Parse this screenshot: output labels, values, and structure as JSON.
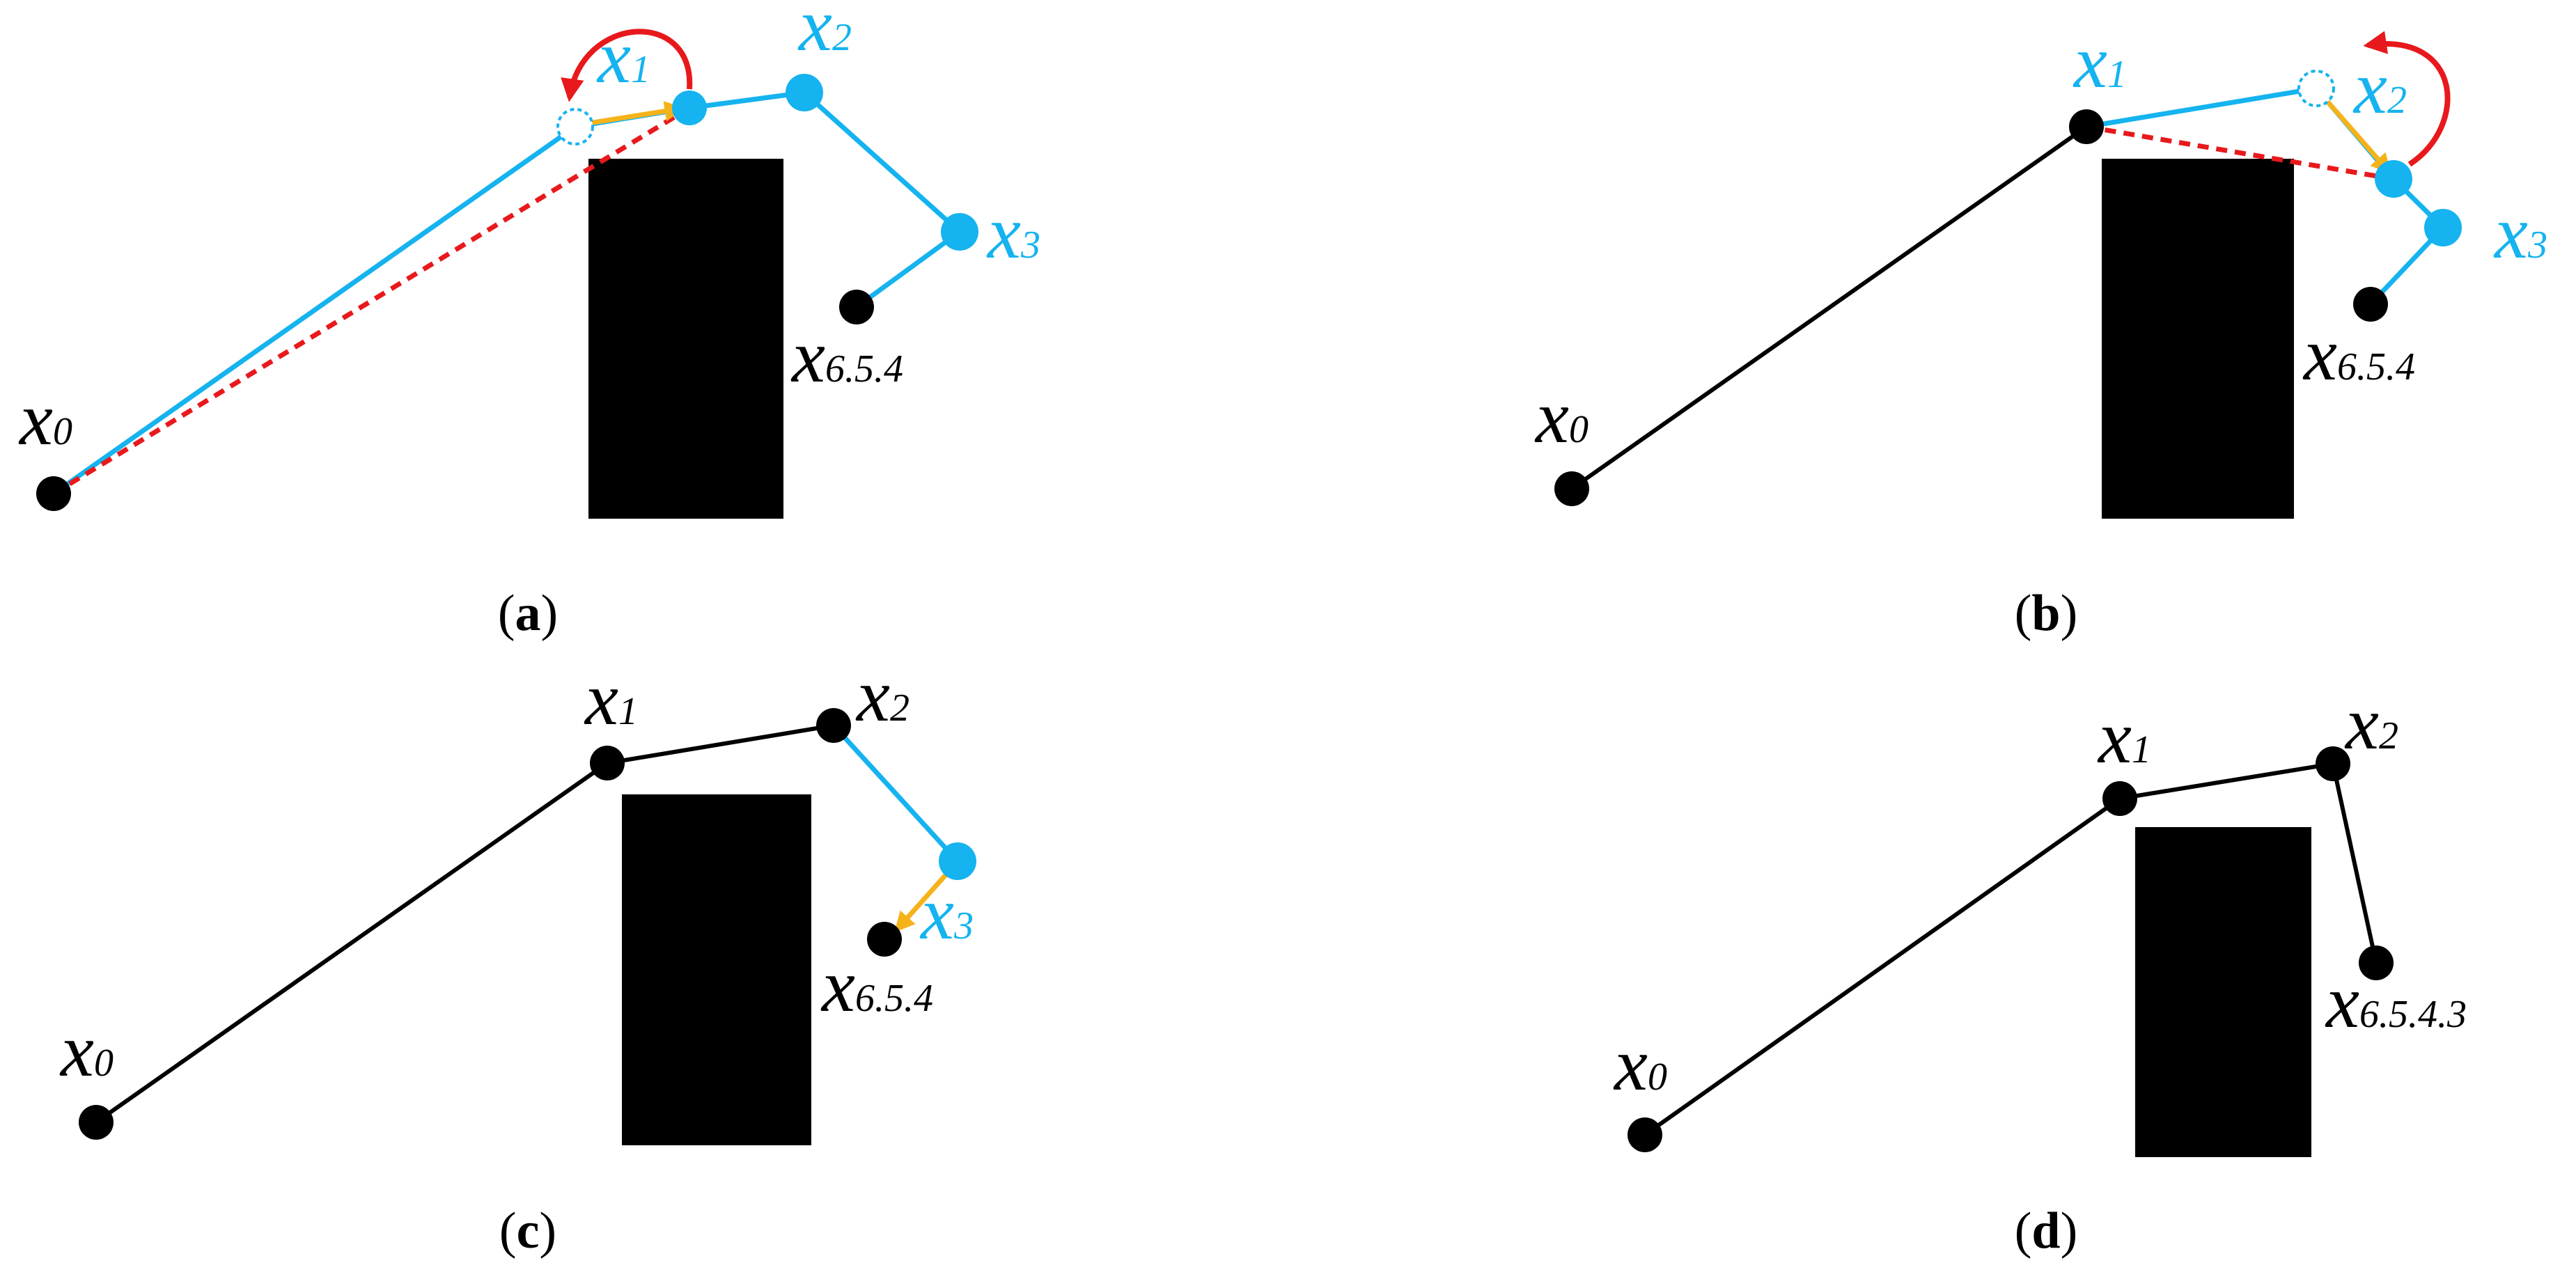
{
  "colors": {
    "black": "#000000",
    "path_blue": "#15b3ef",
    "shortcut_red": "#e8191c",
    "move_orange": "#f5b31a",
    "rotate_red": "#e8191c"
  },
  "panels": [
    {
      "caption_open": "(",
      "caption_letter": "a",
      "caption_close": ")",
      "labels": {
        "x0_base": "x",
        "x0_sub": "0",
        "x1_base": "x",
        "x1_sub": "1",
        "x2_base": "x",
        "x2_sub": "2",
        "x3_base": "x",
        "x3_sub": "3",
        "goal_base": "x",
        "goal_sub": "6.5.4"
      }
    },
    {
      "caption_open": "(",
      "caption_letter": "b",
      "caption_close": ")",
      "labels": {
        "x0_base": "x",
        "x0_sub": "0",
        "x1_base": "x",
        "x1_sub": "1",
        "x2_base": "x",
        "x2_sub": "2",
        "x3_base": "x",
        "x3_sub": "3",
        "goal_base": "x",
        "goal_sub": "6.5.4"
      }
    },
    {
      "caption_open": "(",
      "caption_letter": "c",
      "caption_close": ")",
      "labels": {
        "x0_base": "x",
        "x0_sub": "0",
        "x1_base": "x",
        "x1_sub": "1",
        "x2_base": "x",
        "x2_sub": "2",
        "x3_base": "x",
        "x3_sub": "3",
        "goal_base": "x",
        "goal_sub": "6.5.4"
      }
    },
    {
      "caption_open": "(",
      "caption_letter": "d",
      "caption_close": ")",
      "labels": {
        "x0_base": "x",
        "x0_sub": "0",
        "x1_base": "x",
        "x1_sub": "1",
        "x2_base": "x",
        "x2_sub": "2",
        "goal_base": "x",
        "goal_sub": "6.5.4.3"
      }
    }
  ]
}
